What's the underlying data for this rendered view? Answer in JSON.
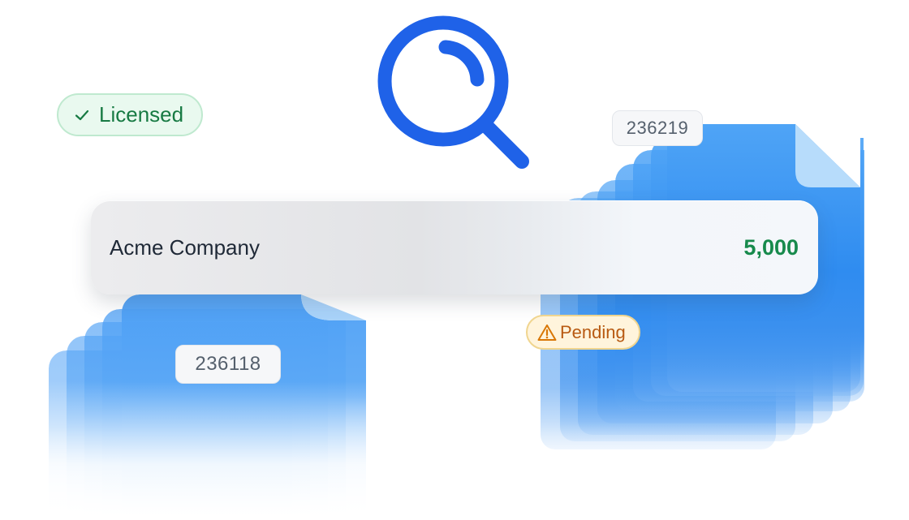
{
  "badges": {
    "licensed": {
      "label": "Licensed",
      "icon": "check-icon",
      "color": "#177a43",
      "background": "#e9f9ef"
    },
    "pending": {
      "label": "Pending",
      "icon": "warning-icon",
      "color": "#b85a12",
      "background": "#fff4dc"
    }
  },
  "documents": {
    "left_id": "236118",
    "right_id": "236219"
  },
  "result": {
    "company": "Acme Company",
    "amount": "5,000",
    "amount_color": "#178a4c"
  },
  "icons": {
    "magnifier": "search-icon",
    "magnifier_color": "#1f62e8"
  }
}
